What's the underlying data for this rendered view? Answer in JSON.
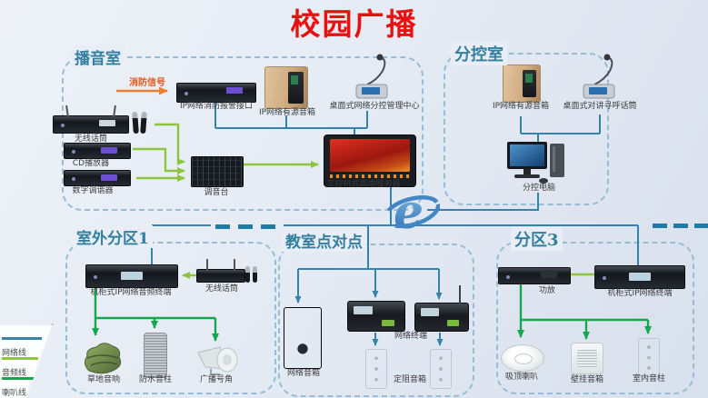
{
  "title": "校园广播",
  "colors": {
    "title_red": "#e8110f",
    "section_title_teal": "#337f9f",
    "network_line_blue": "#3583ab",
    "audio_line_lightgreen": "#8cc63e",
    "speaker_line_green": "#16a74e",
    "fire_signal_orange": "#ee7f2d"
  },
  "legend": {
    "items": [
      {
        "label": "网络线",
        "color": "#3583ab"
      },
      {
        "label": "音频线",
        "color": "#8cc63e"
      },
      {
        "label": "喇叭线",
        "color": "#16a74e"
      }
    ]
  },
  "sections": {
    "broadcast_room": {
      "title": "播音室",
      "labels": {
        "fire_signal": "消防信号",
        "fire_alarm": "IP网络消防报警接口",
        "speaker": "IP网络有源音箱",
        "desk_center": "桌面式网络分控管理中心",
        "wireless_mic": "无线话筒",
        "cd_player": "CD播放器",
        "tuner": "数字调谐器",
        "mixer": "调音台",
        "server": "工控机式高端服务器"
      }
    },
    "sub_control_room": {
      "title": "分控室",
      "labels": {
        "speaker": "IP网络有源音箱",
        "paging_mic": "桌面式对讲寻呼话筒",
        "computer": "分控电脑"
      }
    },
    "outdoor_zone1": {
      "title": "室外分区1",
      "labels": {
        "terminal": "机柜式IP网络音频终端",
        "wireless_mic": "无线话筒",
        "lawn_speaker": "草地音响",
        "waterproof_column": "防水音柱",
        "horn": "广播号角"
      }
    },
    "classroom": {
      "title": "教室点对点",
      "labels": {
        "network_speaker": "网络音箱",
        "network_terminal": "网络终端",
        "fixed_speaker": "定阻音箱"
      }
    },
    "zone3": {
      "title": "分区3",
      "labels": {
        "amplifier": "功放",
        "terminal": "机柜式IP网络终端",
        "ceiling_speaker": "吸顶喇叭",
        "wall_speaker": "壁挂音箱",
        "indoor_column": "室内音柱"
      }
    }
  }
}
